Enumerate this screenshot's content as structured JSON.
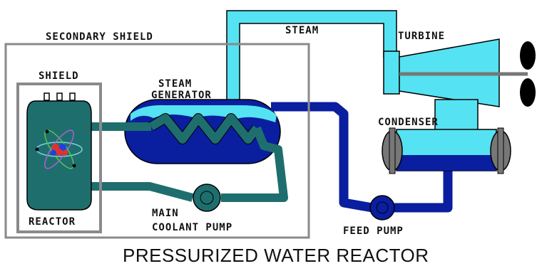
{
  "diagram": {
    "title": "PRESSURIZED WATER REACTOR",
    "labels": {
      "secondary_shield": "SECONDARY SHIELD",
      "shield": "SHIELD",
      "steam_generator_line1": "STEAM",
      "steam_generator_line2": "GENERATOR",
      "steam": "STEAM",
      "turbine": "TURBINE",
      "condenser": "CONDENSER",
      "reactor": "REACTOR",
      "main_coolant_pump_line1": "MAIN",
      "main_coolant_pump_line2": "COOLANT PUMP",
      "feed_pump": "FEED PUMP"
    },
    "colors": {
      "primary_loop": "#1f6e6e",
      "secondary_water": "#0a1ea0",
      "steam": "#55e2f2",
      "shield": "#8a8a8a",
      "metal": "#777777",
      "background": "#ffffff"
    }
  }
}
